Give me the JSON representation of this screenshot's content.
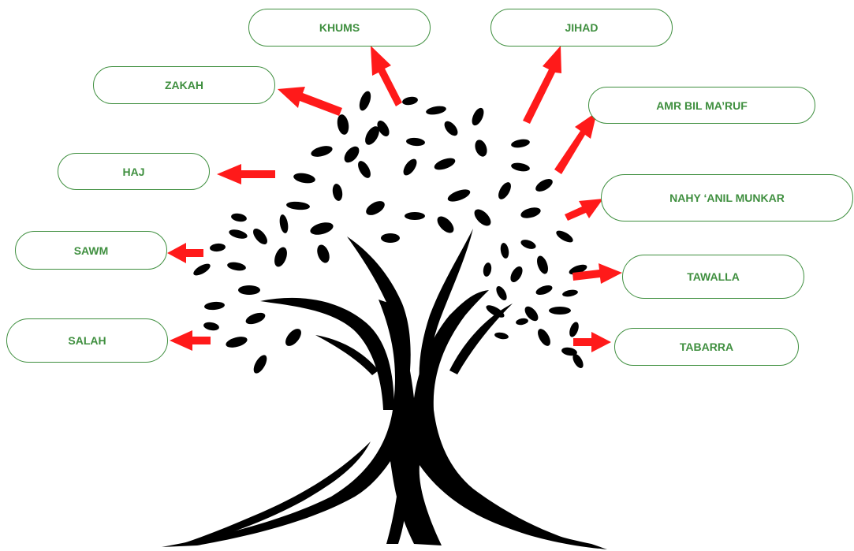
{
  "labels": {
    "khums": "KHUMS",
    "jihad": "JIHAD",
    "zakah": "ZAKAH",
    "amr": "AMR BIL MA’RUF",
    "haj": "HAJ",
    "nahy": "NAHY ‘ANIL MUNKAR",
    "sawm": "SAWM",
    "tawalla": "TAWALLA",
    "salah": "SALAH",
    "tabarra": "TABARRA"
  },
  "colors": {
    "label_text": "#3f8f3f",
    "label_border": "#3f8f3f",
    "arrow": "#ff1a1a",
    "tree": "#000000",
    "background": "#ffffff"
  }
}
